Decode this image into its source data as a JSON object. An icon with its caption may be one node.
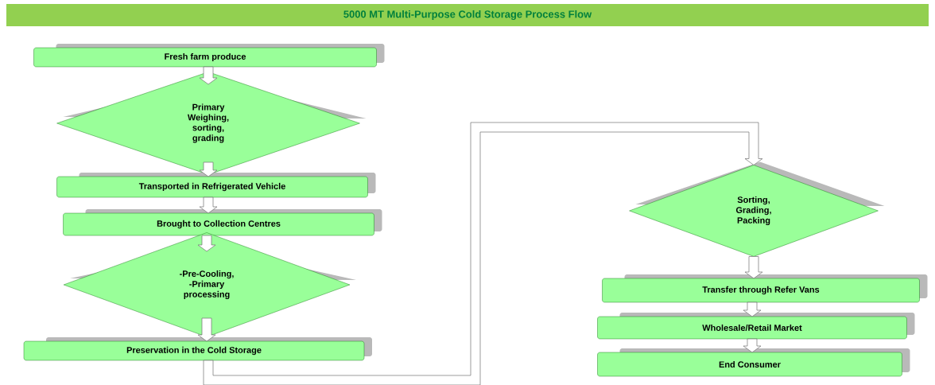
{
  "diagram": {
    "title": "5000 MT Multi-Purpose Cold Storage Process Flow",
    "nodes": [
      {
        "text": [
          "Fresh farm produce"
        ]
      },
      {
        "text": [
          "Primary Weighing, sorting, grading"
        ]
      },
      {
        "text": [
          "Transported in Refrigerated Vehicle"
        ]
      },
      {
        "text": [
          "Brought to Collection Centres"
        ]
      },
      {
        "text": [
          "-Pre-Cooling, -Primary processing"
        ]
      },
      {
        "text": [
          "Preservation in the Cold Storage"
        ]
      },
      {
        "text": [
          "Sorting, Grading, Packing"
        ]
      },
      {
        "text": [
          "Transfer through Refer Vans"
        ]
      },
      {
        "text": [
          "Wholesale/Retail Market"
        ]
      },
      {
        "text": [
          "End Consumer"
        ]
      }
    ],
    "edges": [
      {
        "from": 0,
        "to": 1,
        "arrow": "to"
      },
      {
        "from": 1,
        "to": 2,
        "arrow": "to"
      },
      {
        "from": 2,
        "to": 3,
        "arrow": "to"
      },
      {
        "from": 3,
        "to": 4,
        "arrow": "to"
      },
      {
        "from": 4,
        "to": 5,
        "arrow": "to"
      },
      {
        "from": 5,
        "to": 6,
        "arrow": "to"
      },
      {
        "from": 6,
        "to": 7,
        "arrow": "to"
      },
      {
        "from": 7,
        "to": 8,
        "arrow": "to"
      },
      {
        "from": 8,
        "to": 9,
        "arrow": "to"
      }
    ]
  }
}
